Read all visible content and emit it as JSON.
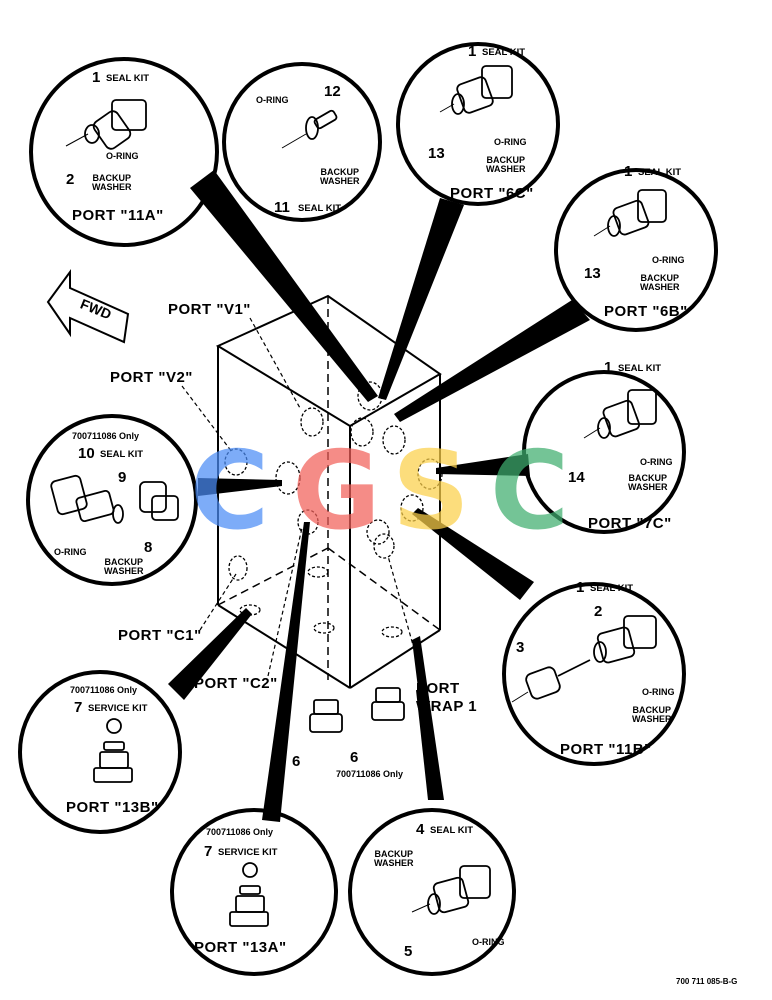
{
  "watermark": {
    "letters": [
      {
        "char": "C",
        "color": "#4c8df6"
      },
      {
        "char": "G",
        "color": "#f2605a"
      },
      {
        "char": "S",
        "color": "#fcd04a"
      },
      {
        "char": "C",
        "color": "#3fae6f"
      }
    ]
  },
  "fwd_label": "FWD",
  "drawing_number": "700 711 085-B-G",
  "detail_11A": {
    "qty": "1",
    "kit": "SEAL KIT",
    "o_ring": "O-RING",
    "backup": "BACKUP\nWASHER",
    "item": "2",
    "port": "PORT \"11A\""
  },
  "detail_11_seal": {
    "o_ring": "O-RING",
    "item": "12",
    "backup": "BACKUP\nWASHER",
    "qty": "11",
    "kit": "SEAL KIT"
  },
  "detail_6C": {
    "qty": "1",
    "kit": "SEAL KIT",
    "item": "13",
    "o_ring": "O-RING",
    "backup": "BACKUP\nWASHER",
    "port": "PORT \"6C\""
  },
  "detail_6B": {
    "qty": "1",
    "kit": "SEAL KIT",
    "item": "13",
    "o_ring": "O-RING",
    "backup": "BACKUP\nWASHER",
    "port": "PORT \"6B\""
  },
  "detail_7C": {
    "qty": "1",
    "kit": "SEAL KIT",
    "item": "14",
    "o_ring": "O-RING",
    "backup": "BACKUP\nWASHER",
    "port": "PORT \"7C\""
  },
  "detail_10": {
    "only": "700711086 Only",
    "qty": "10",
    "kit": "SEAL KIT",
    "item_a": "9",
    "item_b": "8",
    "o_ring": "O-RING",
    "backup": "BACKUP\nWASHER"
  },
  "detail_11B": {
    "qty": "1",
    "kit": "SEAL KIT",
    "item_a": "2",
    "item_b": "3",
    "o_ring": "O-RING",
    "backup": "BACKUP\nWASHER",
    "port": "PORT \"11B\""
  },
  "detail_13B": {
    "only": "700711086 Only",
    "qty": "7",
    "kit": "SERVICE KIT",
    "port": "PORT \"13B\""
  },
  "detail_13A": {
    "only": "700711086 Only",
    "qty": "7",
    "kit": "SERVICE KIT",
    "port": "PORT \"13A\""
  },
  "detail_wrap": {
    "qty": "4",
    "kit": "SEAL KIT",
    "backup": "BACKUP\nWASHER",
    "item": "5",
    "o_ring": "O-RING"
  },
  "ports": {
    "v1": "PORT \"V1\"",
    "v2": "PORT \"V2\"",
    "c1": "PORT \"C1\"",
    "c2": "PORT \"C2\"",
    "wrap": "PORT\nWRAP 1"
  },
  "plugs": {
    "item_left": "6",
    "item_right": "6",
    "only": "700711086 Only"
  }
}
